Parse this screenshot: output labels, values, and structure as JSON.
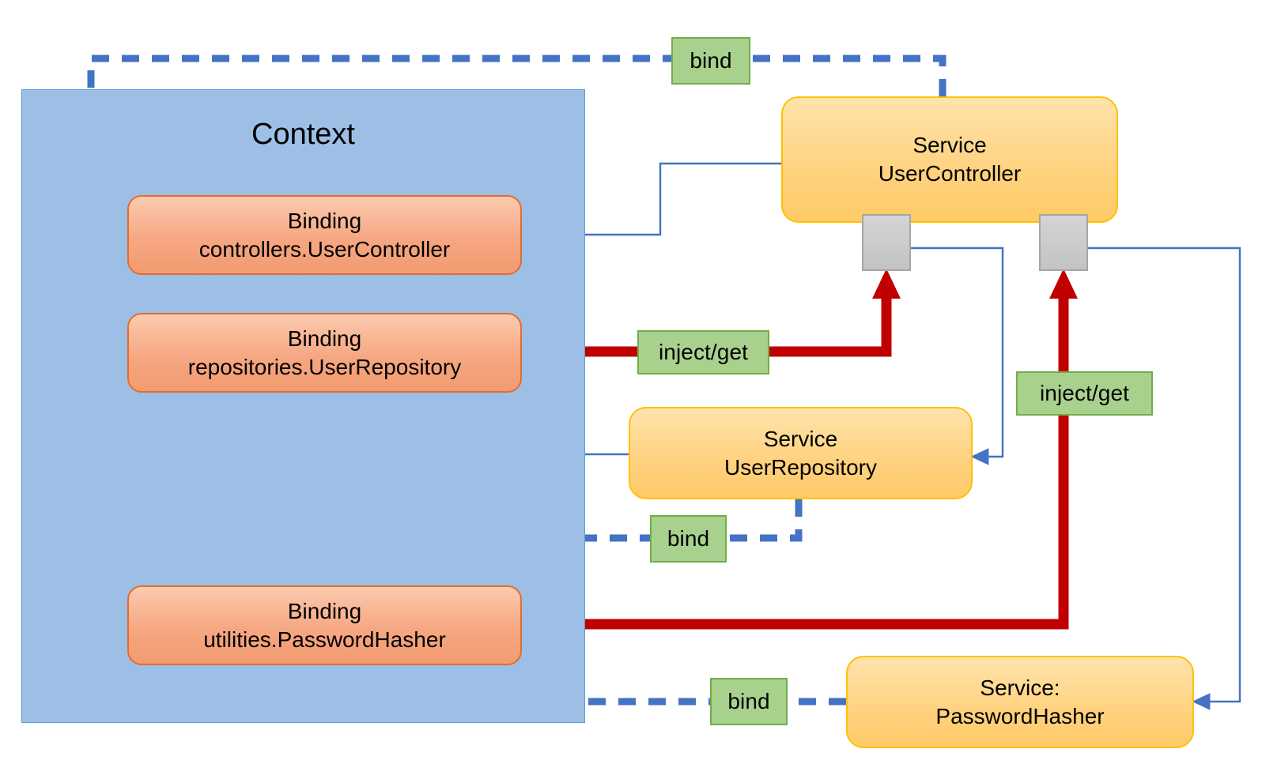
{
  "diagram": {
    "title_visible": false,
    "colors": {
      "context_fill": "#9DBFE6",
      "context_border": "#5B9BD5",
      "binding_fill": "#F6A782",
      "binding_border": "#E36C2F",
      "service_fill": "#FFD27F",
      "service_border": "#FFC000",
      "label_fill": "#A9D18E",
      "label_border": "#70AD47",
      "bind_line": "#4472C4",
      "inject_line": "#C00000",
      "ref_line": "#4472C4",
      "port_fill": "#C8C8C8",
      "port_border": "#A6A6A6"
    }
  },
  "context": {
    "title": "Context"
  },
  "bindings": [
    {
      "line1": "Binding",
      "line2": "controllers.UserController"
    },
    {
      "line1": "Binding",
      "line2": "repositories.UserRepository"
    },
    {
      "line1": "Binding",
      "line2": "utilities.PasswordHasher"
    }
  ],
  "services": [
    {
      "line1": "Service",
      "line2": "UserController"
    },
    {
      "line1": "Service",
      "line2": "UserRepository"
    },
    {
      "line1": "Service:",
      "line2": "PasswordHasher"
    }
  ],
  "edge_labels": {
    "bind_controller": "bind",
    "bind_repository": "bind",
    "bind_hasher": "bind",
    "inject_repository": "inject/get",
    "inject_hasher": "inject/get"
  }
}
